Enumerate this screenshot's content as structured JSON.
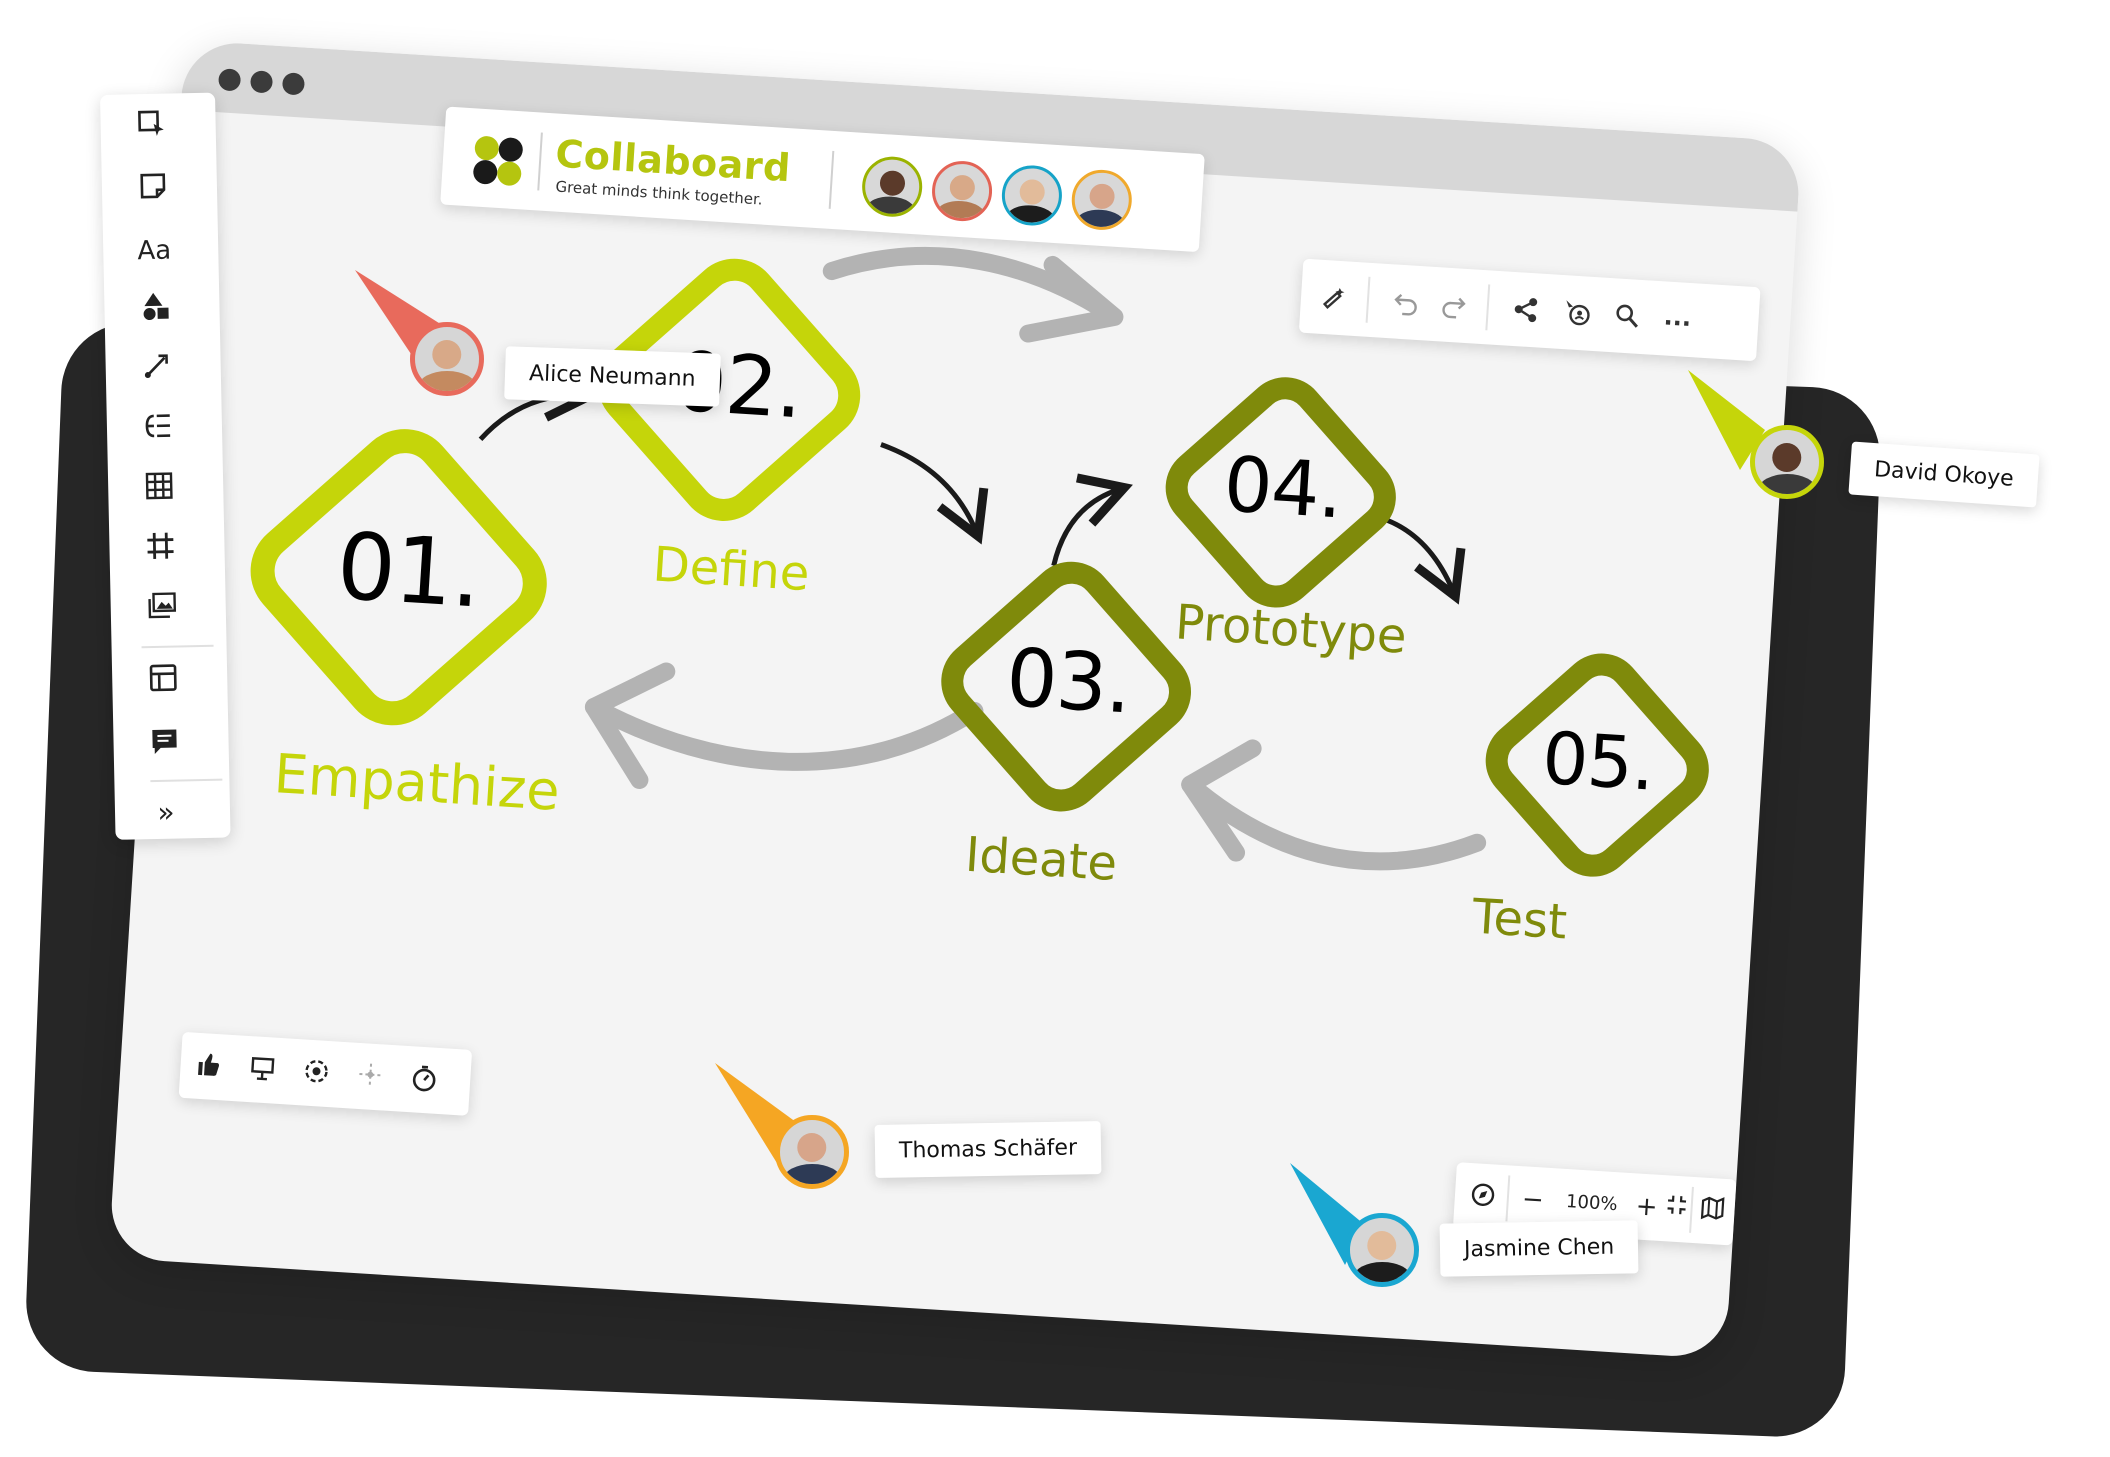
{
  "brand": {
    "name": "Collaboard",
    "tagline": "Great minds think together.",
    "accent_color": "#b5c50f",
    "dark_accent_color": "#7f8a0b"
  },
  "header_avatars": [
    {
      "icon": "avatar-icon",
      "ring": "#9bb300"
    },
    {
      "icon": "avatar-icon",
      "ring": "#e36355"
    },
    {
      "icon": "avatar-icon",
      "ring": "#16a3c8"
    },
    {
      "icon": "avatar-icon",
      "ring": "#f0a92c"
    }
  ],
  "top_toolbar": [
    {
      "icon": "magic-pen-icon"
    },
    {
      "icon": "undo-icon"
    },
    {
      "icon": "redo-icon"
    },
    {
      "icon": "share-icon"
    },
    {
      "icon": "follow-user-icon"
    },
    {
      "icon": "search-icon"
    },
    {
      "icon": "more-icon",
      "glyph": "..."
    }
  ],
  "left_toolbar": [
    {
      "icon": "select-icon"
    },
    {
      "icon": "sticky-note-icon"
    },
    {
      "icon": "text-icon",
      "glyph": "Aa"
    },
    {
      "icon": "shapes-icon"
    },
    {
      "icon": "connector-icon"
    },
    {
      "icon": "mindmap-icon"
    },
    {
      "icon": "table-icon"
    },
    {
      "icon": "frame-icon"
    },
    {
      "icon": "media-icon"
    },
    {
      "icon": "template-icon"
    },
    {
      "icon": "comment-icon"
    },
    {
      "icon": "expand-icon",
      "glyph": "»"
    }
  ],
  "bottom_left_toolbar": [
    {
      "icon": "vote-icon"
    },
    {
      "icon": "presentation-icon"
    },
    {
      "icon": "focus-icon"
    },
    {
      "icon": "move-icon"
    },
    {
      "icon": "timer-icon"
    }
  ],
  "bottom_right_toolbar": {
    "zoom_out": "−",
    "zoom_level": "100%",
    "zoom_in": "+"
  },
  "steps": [
    {
      "number": "01.",
      "label": "Empathize",
      "color": "#c5d50a"
    },
    {
      "number": "02.",
      "label": "Define",
      "color": "#c5d50a"
    },
    {
      "number": "03.",
      "label": "Ideate",
      "color": "#7f8a0b"
    },
    {
      "number": "04.",
      "label": "Prototype",
      "color": "#7f8a0b"
    },
    {
      "number": "05.",
      "label": "Test",
      "color": "#7f8a0b"
    }
  ],
  "cursors": [
    {
      "name": "Alice Neumann",
      "color": "#e86a5c"
    },
    {
      "name": "David Okoye",
      "color": "#c5d50a"
    },
    {
      "name": "Thomas Schäfer",
      "color": "#f5a623"
    },
    {
      "name": "Jasmine Chen",
      "color": "#1aa7d1"
    }
  ]
}
